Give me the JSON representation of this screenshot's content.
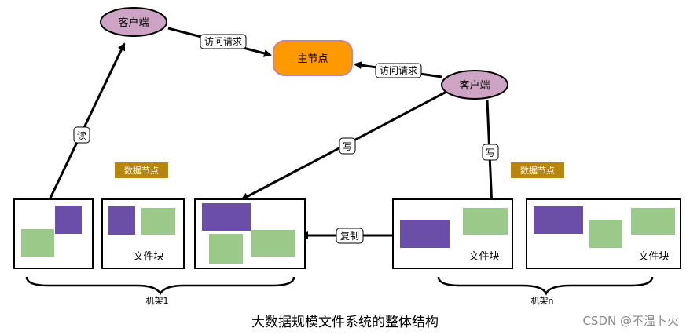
{
  "nodes": {
    "client_top": "客户端",
    "client_right": "客户端",
    "master": "主节点"
  },
  "edges": {
    "access_request_1": "访问请求",
    "access_request_2": "访问请求",
    "read": "读",
    "write_1": "写",
    "write_2": "写",
    "copy": "复制"
  },
  "badges": {
    "data_node_1": "数据节点",
    "data_node_2": "数据节点"
  },
  "blocks": {
    "file_block_1": "文件块",
    "file_block_2": "文件块",
    "file_block_3": "文件块"
  },
  "racks": {
    "rack_1": "机架1",
    "rack_n": "机架n"
  },
  "caption": "大数据规模文件系统的整体结构",
  "watermark": "CSDN @不温卜火",
  "colors": {
    "client": "#cda4c4",
    "master": "#ff9900",
    "badge": "#b8860b",
    "purple_block": "#6a4ea8",
    "green_block": "#9bc98a"
  }
}
